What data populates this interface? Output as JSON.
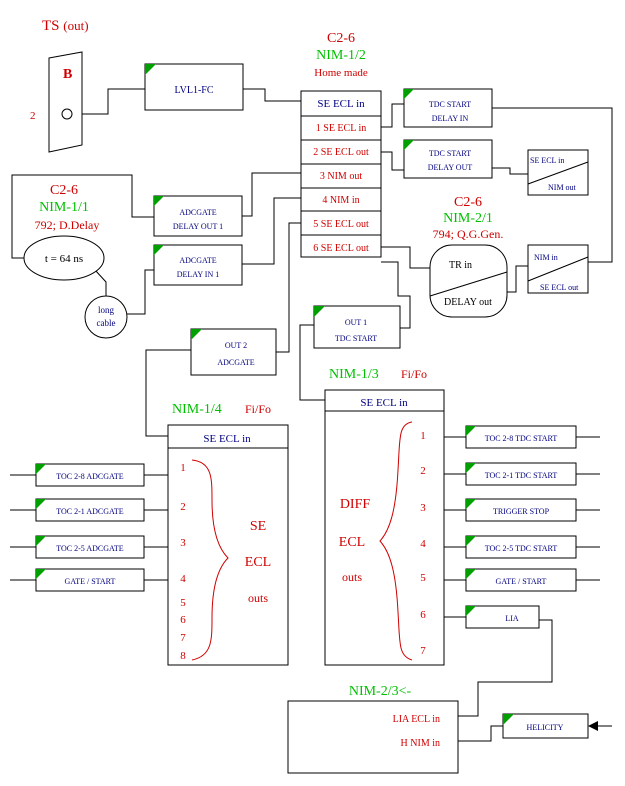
{
  "ts": {
    "title": "TS",
    "title_suffix": "(out)",
    "letter": "B",
    "port": "2"
  },
  "lvl1": {
    "label": "LVL1-FC"
  },
  "c26_top": {
    "crate": "C2-6",
    "module": "NIM-1/2",
    "note": "Home made"
  },
  "nim12": {
    "header": "SE ECL in",
    "rows": [
      {
        "num": "1",
        "label": "SE ECL in"
      },
      {
        "num": "2",
        "label": "SE ECL out"
      },
      {
        "num": "3",
        "label": "NIM out"
      },
      {
        "num": "4",
        "label": "NIM in"
      },
      {
        "num": "5",
        "label": "SE ECL out"
      },
      {
        "num": "6",
        "label": "SE ECL out"
      }
    ]
  },
  "tdc_start_delay_in": {
    "line1": "TDC START",
    "line2": "DELAY IN"
  },
  "tdc_start_delay_out": {
    "line1": "TDC START",
    "line2": "DELAY OUT"
  },
  "conv_right1": {
    "top": "SE ECL in",
    "bottom": "NIM out"
  },
  "conv_right2": {
    "top": "NIM in",
    "bottom": "SE ECL out"
  },
  "nim11": {
    "crate": "C2-6",
    "module": "NIM-1/1",
    "note": "792; D.Delay",
    "delay": "t = 64 ns"
  },
  "long_cable": {
    "line1": "long",
    "line2": "cable"
  },
  "adcgate_delay_out": {
    "line1": "ADCGATE",
    "line2": "DELAY OUT 1"
  },
  "adcgate_delay_in": {
    "line1": "ADCGATE",
    "line2": "DELAY IN 1"
  },
  "nim21": {
    "crate": "C2-6",
    "module": "NIM-2/1",
    "note": "794; Q.G.Gen.",
    "top": "TR in",
    "bottom": "DELAY out"
  },
  "out2_adcgate": {
    "line1": "OUT 2",
    "line2": "ADCGATE"
  },
  "out1_tdcstart": {
    "line1": "OUT 1",
    "line2": "TDC START"
  },
  "nim13": {
    "module": "NIM-1/3",
    "type": "Fi/Fo",
    "header": "SE ECL in",
    "center1": "DIFF",
    "center2": "ECL",
    "center3": "outs",
    "nums": [
      "1",
      "2",
      "3",
      "4",
      "5",
      "6",
      "7"
    ]
  },
  "nim14": {
    "module": "NIM-1/4",
    "type": "Fi/Fo",
    "header": "SE ECL in",
    "center1": "SE",
    "center2": "ECL",
    "center3": "outs",
    "nums": [
      "1",
      "2",
      "3",
      "4",
      "5",
      "6",
      "7",
      "8"
    ]
  },
  "left_outputs": [
    "TOC 2-8  ADCGATE",
    "TOC 2-1  ADCGATE",
    "TOC 2-5  ADCGATE",
    "GATE / START"
  ],
  "right_outputs": [
    "TOC 2-8 TDC START",
    "TOC 2-1 TDC START",
    "TRIGGER STOP",
    "TOC 2-5 TDC START",
    "GATE / START"
  ],
  "lia": {
    "label": "LIA"
  },
  "nim23": {
    "module": "NIM-2/3<-",
    "row1": "LIA ECL in",
    "row2": "H NIM in"
  },
  "helicity": {
    "label": "HELICITY"
  }
}
